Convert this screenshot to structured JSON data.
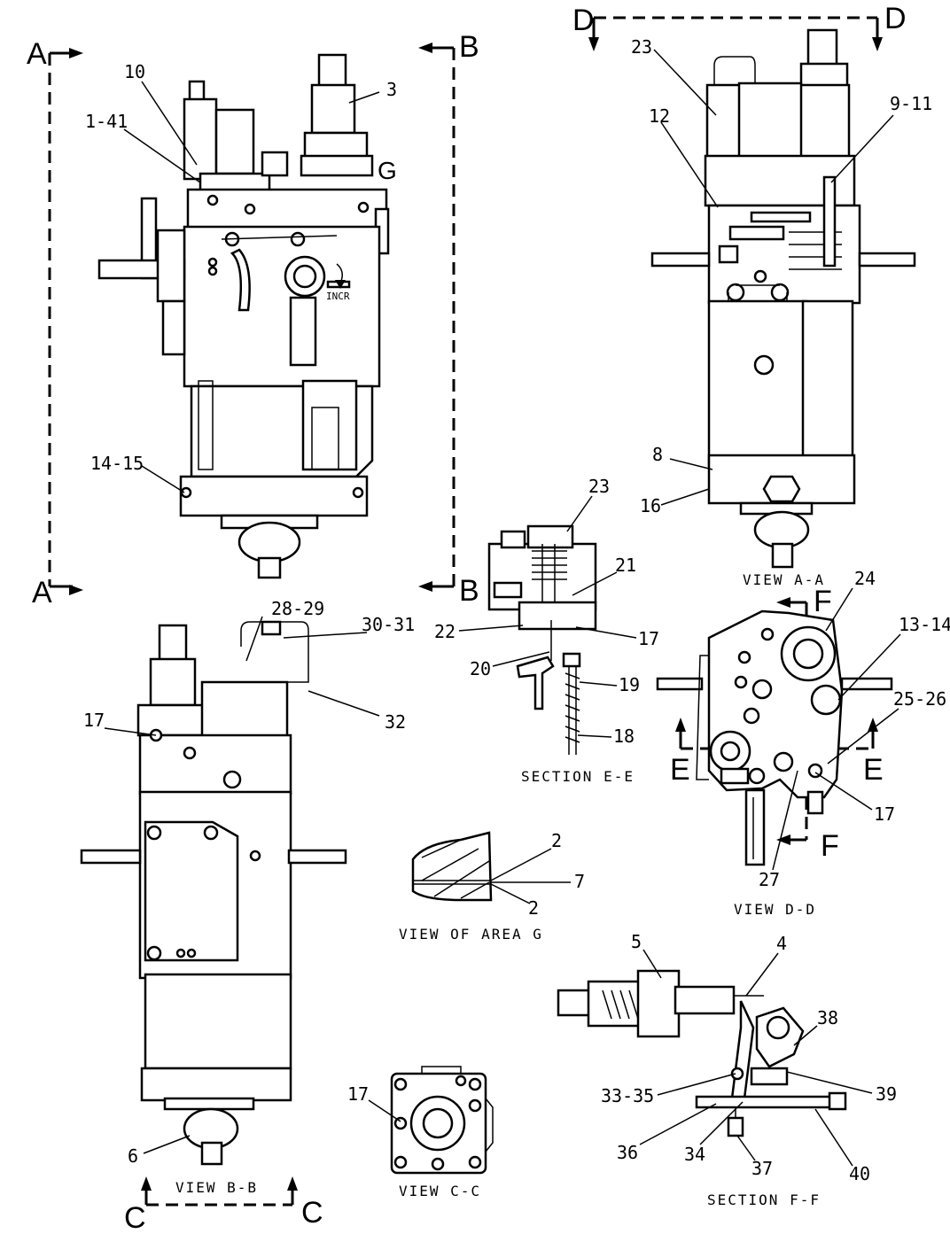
{
  "callouts": [
    {
      "text": "10"
    },
    {
      "text": "1-41"
    },
    {
      "text": "3"
    },
    {
      "text": "G"
    },
    {
      "text": "INCR"
    },
    {
      "text": "14-15"
    },
    {
      "text": "23"
    },
    {
      "text": "12"
    },
    {
      "text": "9-11"
    },
    {
      "text": "8"
    },
    {
      "text": "16"
    },
    {
      "text": "23"
    },
    {
      "text": "21"
    },
    {
      "text": "22"
    },
    {
      "text": "17"
    },
    {
      "text": "20"
    },
    {
      "text": "19"
    },
    {
      "text": "18"
    },
    {
      "text": "24"
    },
    {
      "text": "13-14"
    },
    {
      "text": "25-26"
    },
    {
      "text": "17"
    },
    {
      "text": "27"
    },
    {
      "text": "28-29"
    },
    {
      "text": "30-31"
    },
    {
      "text": "32"
    },
    {
      "text": "17"
    },
    {
      "text": "6"
    },
    {
      "text": "2"
    },
    {
      "text": "7"
    },
    {
      "text": "2"
    },
    {
      "text": "17"
    },
    {
      "text": "5"
    },
    {
      "text": "4"
    },
    {
      "text": "38"
    },
    {
      "text": "33-35"
    },
    {
      "text": "39"
    },
    {
      "text": "36"
    },
    {
      "text": "34"
    },
    {
      "text": "37"
    },
    {
      "text": "40"
    }
  ],
  "section_letters": [
    {
      "text": "A"
    },
    {
      "text": "A"
    },
    {
      "text": "B"
    },
    {
      "text": "B"
    },
    {
      "text": "D"
    },
    {
      "text": "D"
    },
    {
      "text": "E"
    },
    {
      "text": "E"
    },
    {
      "text": "F"
    },
    {
      "text": "F"
    },
    {
      "text": "C"
    },
    {
      "text": "C"
    }
  ],
  "captions": {
    "view_aa": "VIEW A-A",
    "section_ee": "SECTION E-E",
    "view_dd": "VIEW D-D",
    "view_area_g": "VIEW OF AREA G",
    "view_bb": "VIEW B-B",
    "view_cc": "VIEW C-C",
    "section_ff": "SECTION F-F"
  }
}
